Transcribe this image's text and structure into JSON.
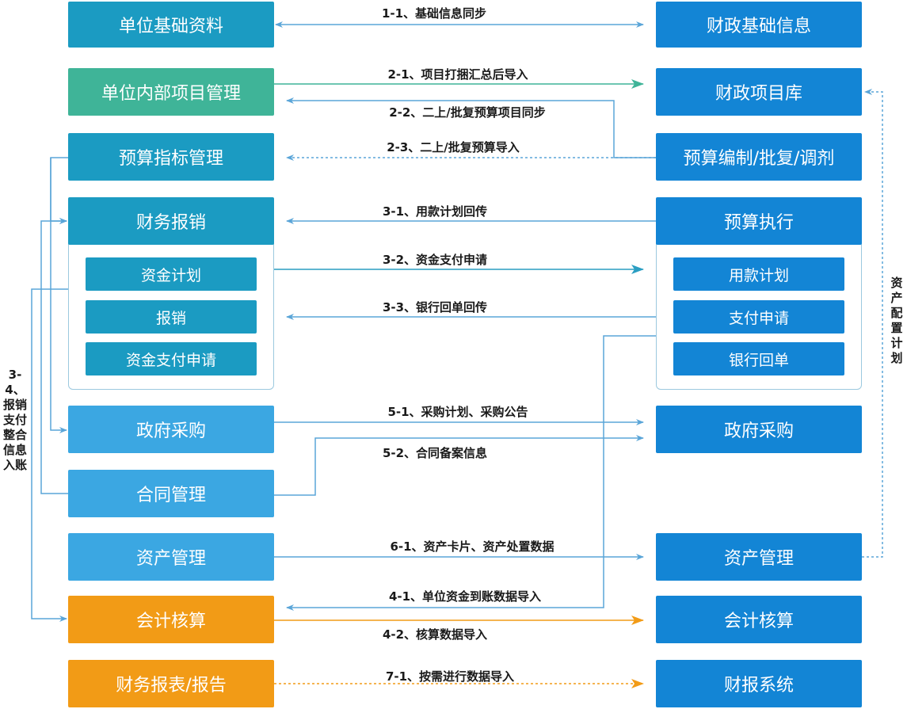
{
  "colors": {
    "teal_box": "#1b9bc2",
    "green_box": "#3fb498",
    "blue_box": "#1385d5",
    "light_blue_box": "#3ba7e2",
    "orange_box": "#f29b16",
    "connector_blue": "#5aa5d8",
    "connector_teal": "#2a9ec2",
    "connector_green": "#3fb498",
    "connector_orange": "#f29b16",
    "panel_border": "#9cc9df"
  },
  "left": {
    "unit_basic_info": "单位基础资料",
    "unit_project_mgmt": "单位内部项目管理",
    "budget_index_mgmt": "预算指标管理",
    "finance_reimburse": "财务报销",
    "fund_plan": "资金计划",
    "reimburse": "报销",
    "fund_payment_request": "资金支付申请",
    "gov_procurement": "政府采购",
    "contract_mgmt": "合同管理",
    "asset_mgmt": "资产管理",
    "accounting": "会计核算",
    "financial_report": "财务报表/报告"
  },
  "right": {
    "finance_basic_info": "财政基础信息",
    "finance_project_lib": "财政项目库",
    "budget_compile": "预算编制/批复/调剂",
    "budget_execution": "预算执行",
    "payment_plan": "用款计划",
    "payment_request": "支付申请",
    "bank_receipt": "银行回单",
    "gov_procurement": "政府采购",
    "asset_mgmt": "资产管理",
    "accounting": "会计核算",
    "report_system": "财报系统"
  },
  "flows": {
    "f1_1": "1-1、基础信息同步",
    "f2_1": "2-1、项目打捆汇总后导入",
    "f2_2": "2-2、二上/批复预算项目同步",
    "f2_3": "2-3、二上/批复预算导入",
    "f3_1": "3-1、用款计划回传",
    "f3_2": "3-2、资金支付申请",
    "f3_3": "3-3、银行回单回传",
    "f5_1": "5-1、采购计划、采购公告",
    "f5_2": "5-2、合同备案信息",
    "f6_1": "6-1、资产卡片、资产处置数据",
    "f4_1": "4-1、单位资金到账数据导入",
    "f4_2": "4-2、核算数据导入",
    "f7_1": "7-1、按需进行数据导入"
  },
  "side_labels": {
    "left_vertical": "3-4、报销支付整合信息入账",
    "right_vertical": "资产配置计划"
  }
}
